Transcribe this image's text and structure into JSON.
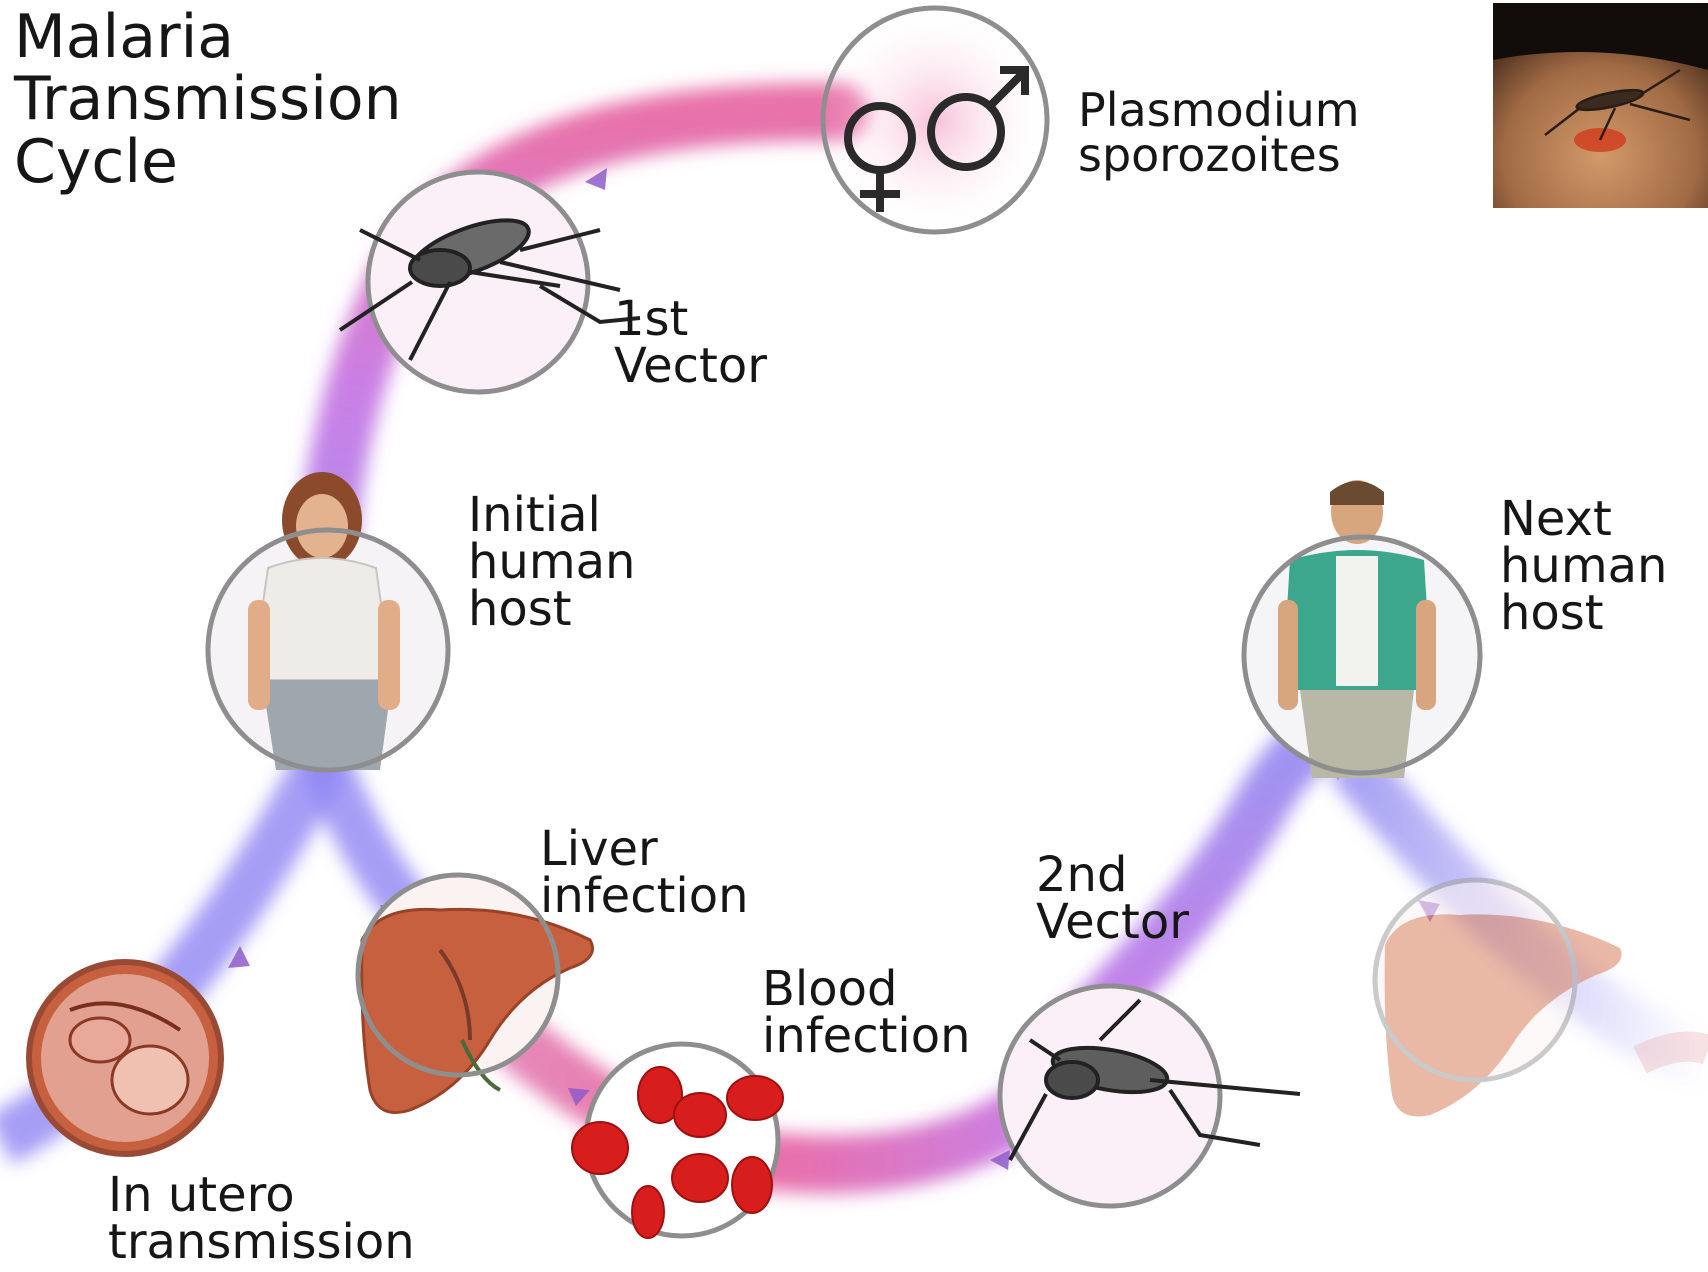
{
  "title": [
    "Malaria",
    "Transmission",
    "Cycle"
  ],
  "stages": {
    "plasmodium": {
      "lines": [
        "Plasmodium",
        "sporozoites"
      ],
      "icon": "male-female-symbols-icon"
    },
    "vector1": {
      "lines": [
        "1st",
        "Vector"
      ],
      "icon": "mosquito-icon"
    },
    "initial_host": {
      "lines": [
        "Initial",
        "human",
        "host"
      ],
      "icon": "woman-icon"
    },
    "next_host": {
      "lines": [
        "Next",
        "human",
        "host"
      ],
      "icon": "man-icon"
    },
    "liver": {
      "lines": [
        "Liver",
        "infection"
      ],
      "icon": "liver-icon"
    },
    "vector2": {
      "lines": [
        "2nd",
        "Vector"
      ],
      "icon": "mosquito-icon"
    },
    "blood": {
      "lines": [
        "Blood",
        "infection"
      ],
      "icon": "red-blood-cells-icon"
    },
    "utero": {
      "lines": [
        "In utero",
        "transmission"
      ],
      "icon": "fetus-icon"
    }
  },
  "colors": {
    "pathway_pink": "#e55a9a",
    "pathway_purple": "#b471e6",
    "pathway_blue": "#8a83f0",
    "circle_outline": "#8e8e8e",
    "liver": "#c7603e",
    "blood_cell": "#d81d1d",
    "text": "#161616"
  }
}
